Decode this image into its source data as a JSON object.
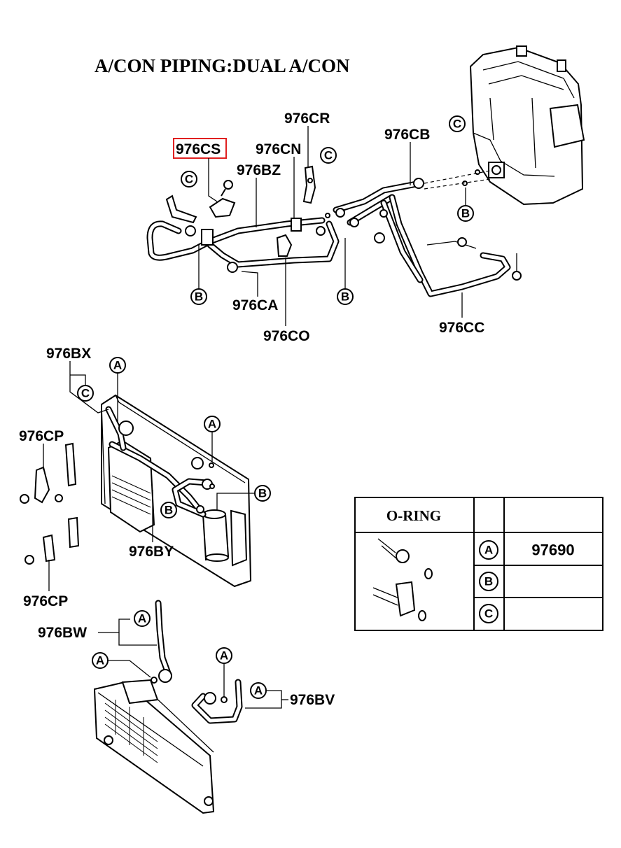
{
  "title": "A/CON PIPING:DUAL A/CON",
  "highlight_color": "#e02020",
  "part_labels": {
    "p976CS": "976CS",
    "p976CR": "976CR",
    "p976CN": "976CN",
    "p976BZ": "976BZ",
    "p976CB": "976CB",
    "p976CA": "976CA",
    "p976CO": "976CO",
    "p976CC": "976CC",
    "p976BX": "976BX",
    "p976CP_top": "976CP",
    "p976CP_bottom": "976CP",
    "p976BY": "976BY",
    "p976BW": "976BW",
    "p976BV": "976BV"
  },
  "ref_markers": {
    "A": "A",
    "B": "B",
    "C": "C"
  },
  "oring_table": {
    "header": "O-RING",
    "rows": [
      {
        "marker": "A",
        "part_no": "97690"
      },
      {
        "marker": "B",
        "part_no": ""
      },
      {
        "marker": "C",
        "part_no": ""
      }
    ]
  }
}
